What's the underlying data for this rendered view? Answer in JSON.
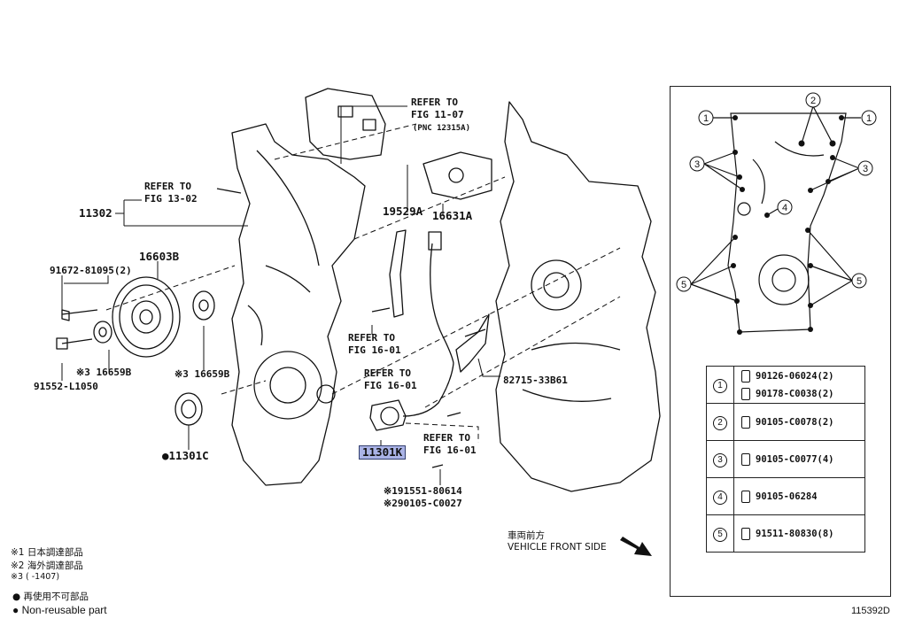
{
  "labels": {
    "refer_fig_11_07_a": "REFER TO",
    "refer_fig_11_07_b": "FIG 11-07",
    "refer_fig_11_07_c": "(PNC 12315A)",
    "refer_fig_13_02_a": "REFER TO",
    "refer_fig_13_02_b": "FIG 13-02",
    "p11302": "11302",
    "p19529a": "19529A",
    "p16631a": "16631A",
    "p16603b": "16603B",
    "p91672": "91672-81095(2)",
    "p16659b_1": "※3 16659B",
    "p16659b_2": "※3 16659B",
    "p91552": "91552-L1050",
    "p11301c": "●11301C",
    "p11301k": "11301K",
    "refer_fig_16_01_1a": "REFER TO",
    "refer_fig_16_01_1b": "FIG 16-01",
    "refer_fig_16_01_2a": "REFER TO",
    "refer_fig_16_01_2b": "FIG 16-01",
    "refer_fig_16_01_3a": "REFER TO",
    "refer_fig_16_01_3b": "FIG 16-01",
    "p82715": "82715-33B61",
    "p191551": "※191551-80614",
    "p290105": "※290105-C0027",
    "vehicle_front_jp": "車両前方",
    "vehicle_front_en": "VEHICLE FRONT SIDE",
    "figure_id": "115392D"
  },
  "legend": {
    "note1": "※1 日本調達部品",
    "note2": "※2 海外調達部品",
    "note3": "※3 (      -1407)",
    "nonreuse_jp": "● 再使用不可部品",
    "nonreuse_en": "● Non-reusable part"
  },
  "inset": {
    "callouts": [
      "1",
      "2",
      "3",
      "4",
      "5"
    ]
  },
  "parts_table": [
    {
      "num": "1",
      "parts": [
        "90126-06024(2)",
        "90178-C0038(2)"
      ]
    },
    {
      "num": "2",
      "parts": [
        "90105-C0078(2)"
      ]
    },
    {
      "num": "3",
      "parts": [
        "90105-C0077(4)"
      ]
    },
    {
      "num": "4",
      "parts": [
        "90105-06284"
      ]
    },
    {
      "num": "5",
      "parts": [
        "91511-80830(8)"
      ]
    }
  ]
}
